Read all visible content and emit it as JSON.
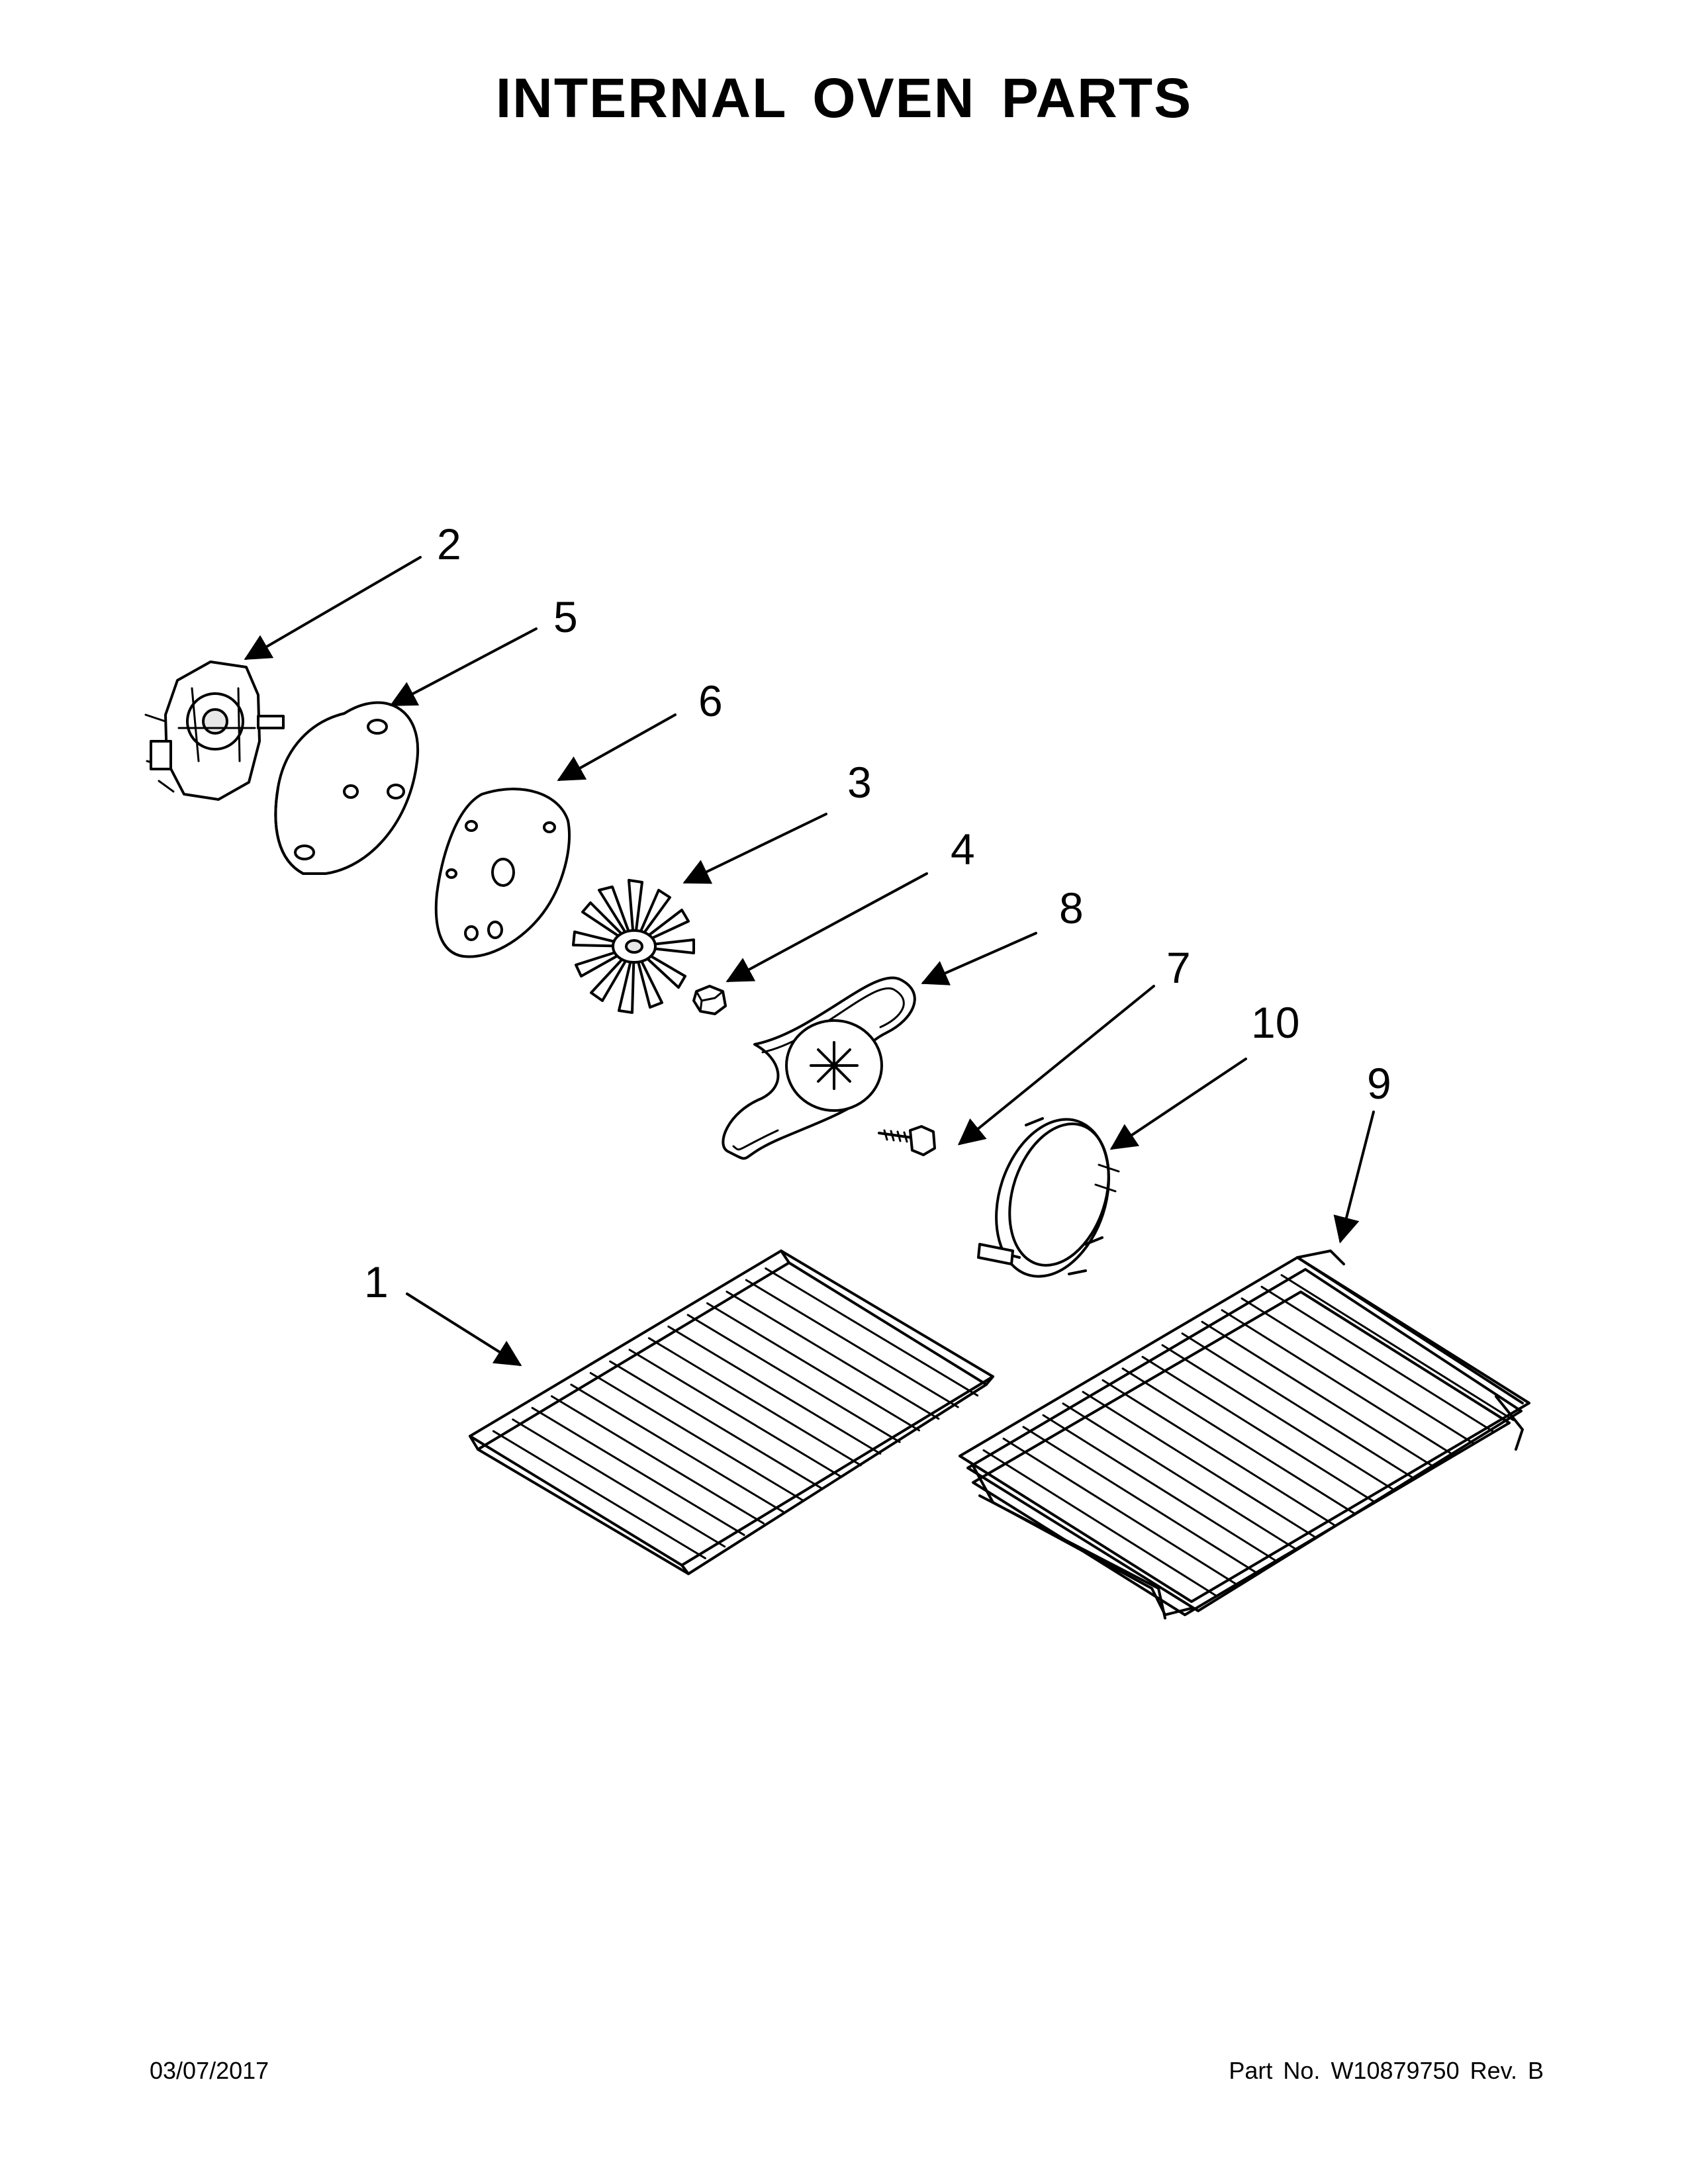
{
  "title": "INTERNAL OVEN PARTS",
  "callouts": [
    "1",
    "2",
    "3",
    "4",
    "5",
    "6",
    "7",
    "8",
    "9",
    "10"
  ],
  "footer": {
    "date": "03/07/2017",
    "part_label": "Part No.",
    "part_number": "W10879750",
    "rev_label": "Rev.",
    "rev_value": "B"
  }
}
